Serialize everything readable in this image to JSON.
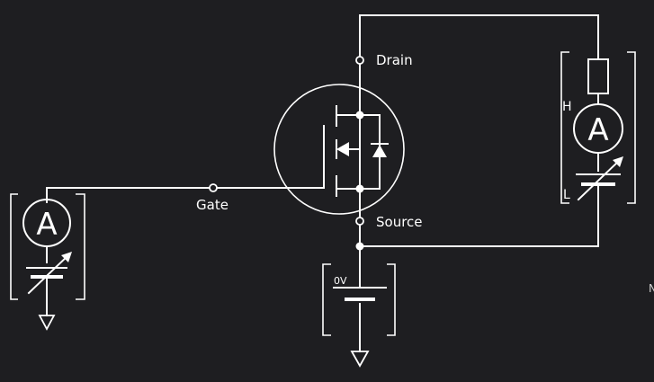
{
  "labels": {
    "drain": "Drain",
    "gate": "Gate",
    "source": "Source",
    "supply_voltage": "0V",
    "meter_high": "H",
    "meter_low": "L",
    "edge_glyph": "N"
  },
  "instruments": {
    "gate_meter_symbol": "A",
    "drain_meter_symbol": "A"
  },
  "colors": {
    "background": "#1e1e21",
    "wire": "#ffffff"
  },
  "icons": [
    "ammeter-icon",
    "variable-voltage-source-icon",
    "ground-icon",
    "mosfet-icon",
    "body-diode-icon",
    "battery-icon"
  ]
}
